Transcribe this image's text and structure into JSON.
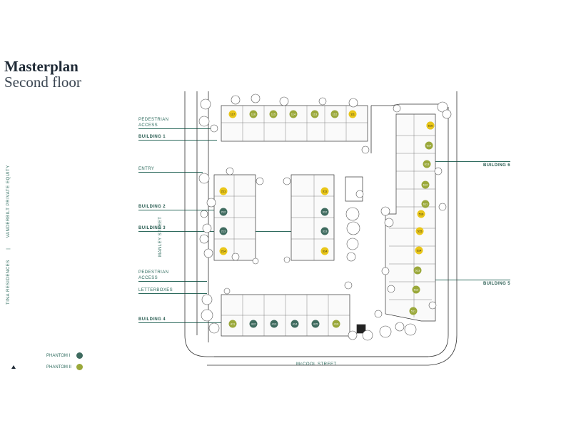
{
  "title": {
    "line1": "Masterplan",
    "line2": "Second floor"
  },
  "side_text": {
    "left": "TINA RESIDENCES",
    "sep": "|",
    "right": "VANDERBILT PRIVATE EQUITY"
  },
  "labels": {
    "pedestrian_access_top": "PEDESTRIAN\nACCESS",
    "building1": "BUILDING 1",
    "entry": "ENTRY",
    "building2": "BUILDING 2",
    "building3": "BUILDING 3",
    "pedestrian_access_bottom": "PEDESTRIAN\nACCESS",
    "letterboxes": "LETTERBOXES",
    "building4": "BUILDING 4",
    "building5": "BUILDING 5",
    "building6": "BUILDING 6",
    "manley_street": "MANLEY STREET",
    "mccool_street": "McCOOL STREET"
  },
  "legend": [
    {
      "label": "PHANTOM I",
      "color": "#3f6b5f"
    },
    {
      "label": "PHANTOM II",
      "color": "#9aa83a"
    }
  ],
  "colors": {
    "phantom1": "#3f6b5f",
    "phantom2": "#9aa83a",
    "yellow": "#e9c619",
    "accent": "#2e6b5e"
  },
  "units": {
    "building1": [
      {
        "id": "117",
        "type": "yellow"
      },
      {
        "id": "116",
        "type": "phantom2"
      },
      {
        "id": "115",
        "type": "phantom2"
      },
      {
        "id": "114",
        "type": "phantom2"
      },
      {
        "id": "113",
        "type": "phantom2"
      },
      {
        "id": "112",
        "type": "phantom2"
      },
      {
        "id": "111",
        "type": "yellow"
      }
    ],
    "building2": [
      {
        "id": "211",
        "type": "yellow"
      },
      {
        "id": "212",
        "type": "phantom1"
      },
      {
        "id": "213",
        "type": "phantom1"
      },
      {
        "id": "214",
        "type": "yellow"
      }
    ],
    "building3": [
      {
        "id": "311",
        "type": "yellow"
      },
      {
        "id": "312",
        "type": "phantom1"
      },
      {
        "id": "313",
        "type": "phantom1"
      },
      {
        "id": "314",
        "type": "yellow"
      }
    ],
    "building4": [
      {
        "id": "411",
        "type": "phantom2"
      },
      {
        "id": "412",
        "type": "phantom1"
      },
      {
        "id": "413",
        "type": "phantom1"
      },
      {
        "id": "414",
        "type": "phantom1"
      },
      {
        "id": "415",
        "type": "phantom1"
      },
      {
        "id": "416",
        "type": "phantom2"
      }
    ],
    "building5": [
      {
        "id": "511",
        "type": "phantom2"
      },
      {
        "id": "512",
        "type": "phantom2"
      },
      {
        "id": "513",
        "type": "phantom2"
      },
      {
        "id": "514",
        "type": "yellow"
      },
      {
        "id": "515",
        "type": "yellow"
      },
      {
        "id": "516",
        "type": "yellow"
      }
    ],
    "building6": [
      {
        "id": "611",
        "type": "phantom2"
      },
      {
        "id": "612",
        "type": "phantom2"
      },
      {
        "id": "613",
        "type": "phantom2"
      },
      {
        "id": "614",
        "type": "phantom2"
      },
      {
        "id": "615",
        "type": "phantom2"
      },
      {
        "id": "616",
        "type": "yellow"
      }
    ]
  }
}
